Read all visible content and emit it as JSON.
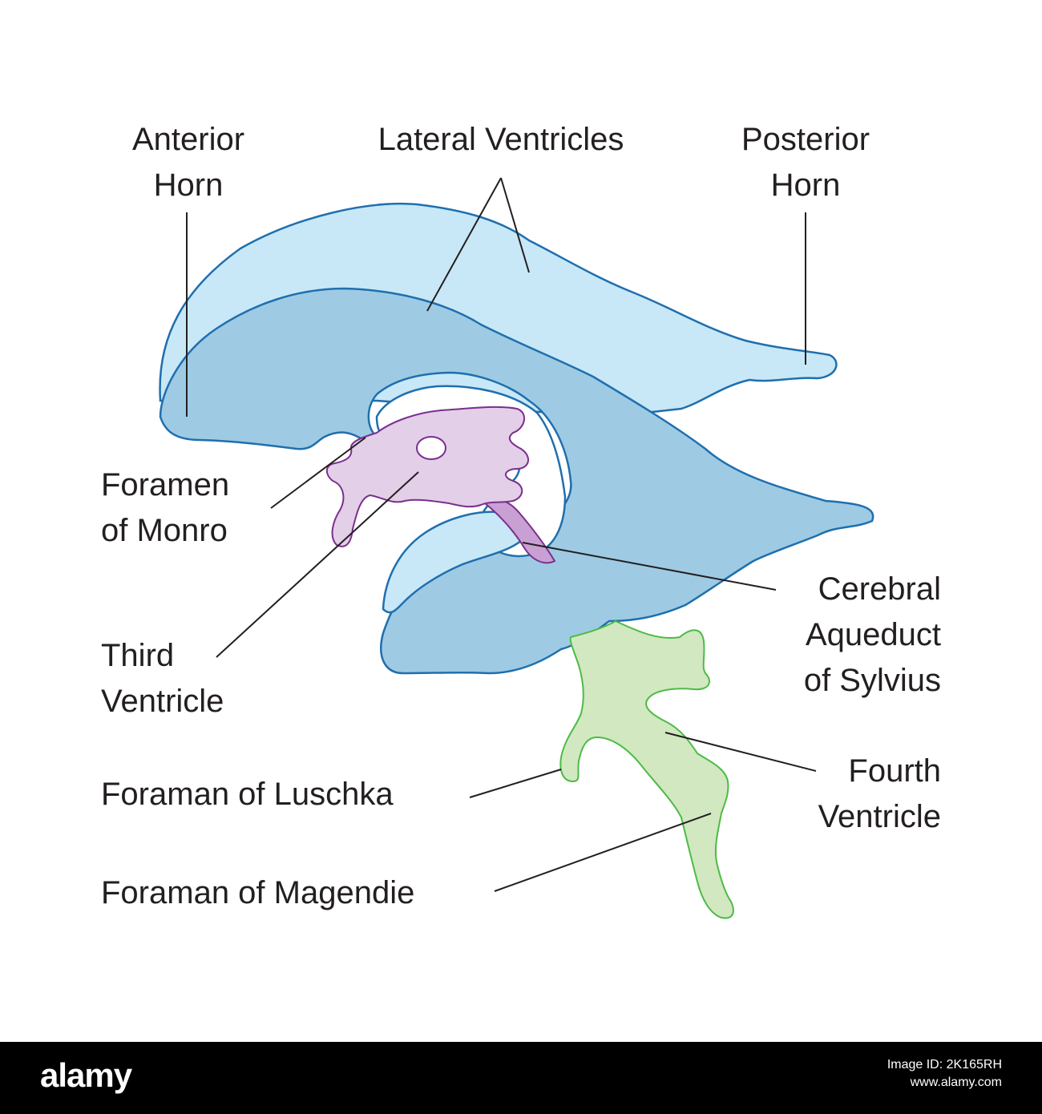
{
  "labels": {
    "anterior_horn": [
      "Anterior",
      "Horn"
    ],
    "lateral_ventricles": "Lateral Ventricles",
    "posterior_horn": [
      "Posterior",
      "Horn"
    ],
    "foramen_monro": [
      "Foramen",
      "of Monro"
    ],
    "third_ventricle": [
      "Third",
      "Ventricle"
    ],
    "cerebral_aqueduct": [
      "Cerebral",
      "Aqueduct",
      "of Sylvius"
    ],
    "fourth_ventricle": [
      "Fourth",
      "Ventricle"
    ],
    "foramen_luschka": "Foraman of Luschka",
    "foramen_magendie": "Foraman of Magendie"
  },
  "colors": {
    "lateral_upper_fill": "#c8e8f7",
    "lateral_lower_fill": "#9ecbe3",
    "lateral_stroke": "#1f6fae",
    "third_fill": "#e3cfe8",
    "third_stroke": "#7b2f8e",
    "aqueduct_fill": "#c9a0d3",
    "fourth_fill": "#d1e8c0",
    "fourth_stroke": "#4dbb46",
    "leader_line": "#231f20",
    "text": "#231f20",
    "banner": "#000000"
  },
  "watermark": {
    "logo": "alamy",
    "image_id_line": "Image ID: 2K165RH",
    "url": "www.alamy.com"
  }
}
